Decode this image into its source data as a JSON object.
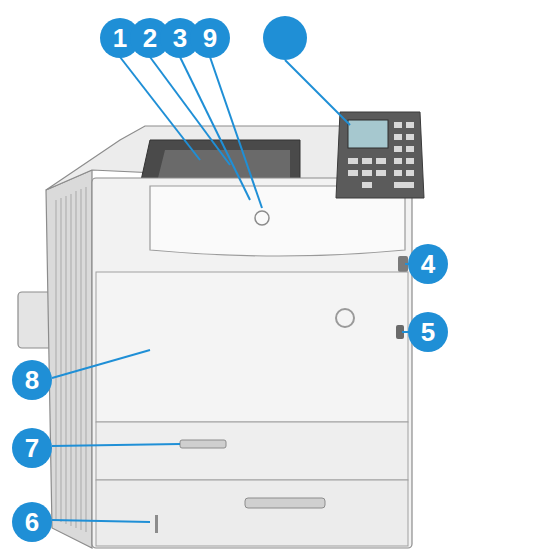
{
  "diagram": {
    "nodes": [
      {
        "text": [
          "1"
        ]
      },
      {
        "text": [
          "2"
        ]
      },
      {
        "text": [
          "3"
        ]
      },
      {
        "text": [
          "9"
        ]
      },
      {
        "text": [
          "4"
        ]
      },
      {
        "text": [
          "5"
        ]
      },
      {
        "text": [
          "8"
        ]
      },
      {
        "text": [
          "7"
        ]
      },
      {
        "text": [
          "6"
        ]
      }
    ]
  }
}
